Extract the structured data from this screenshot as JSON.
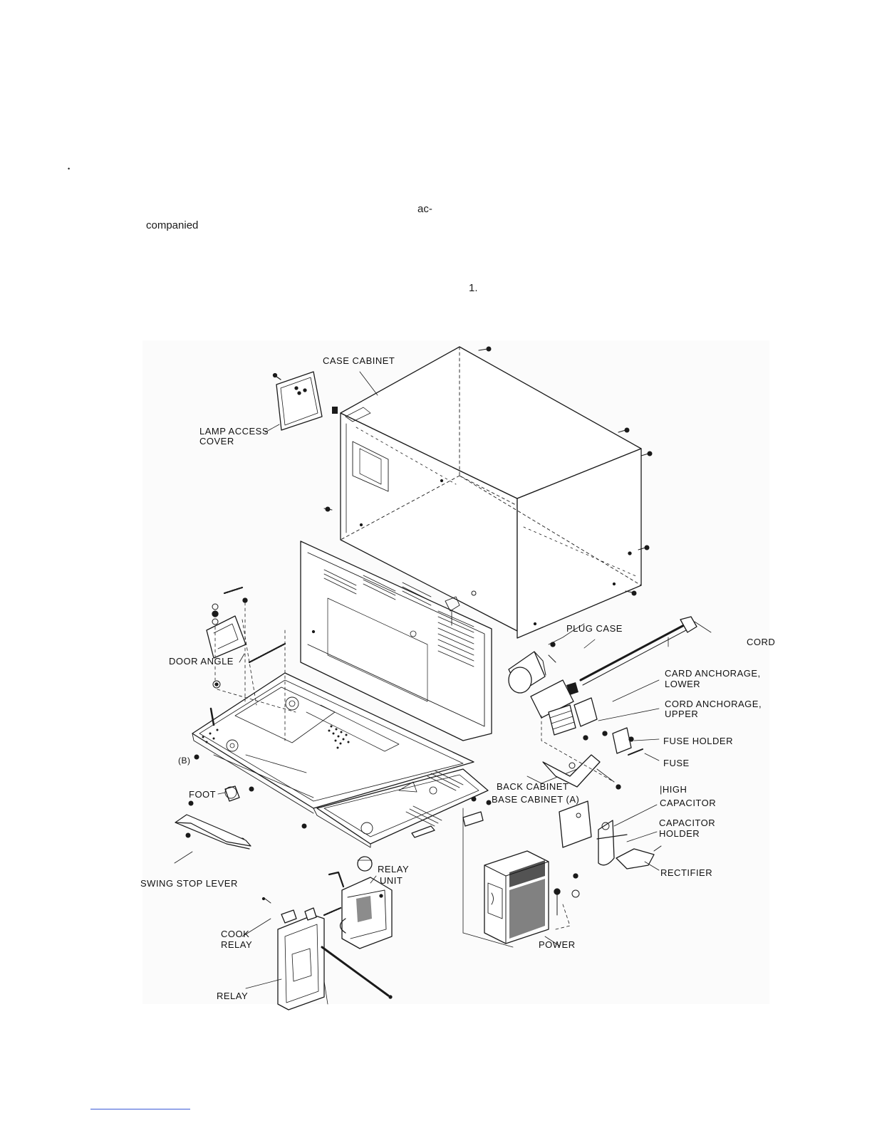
{
  "fragments": {
    "bullet": "•",
    "ac": "ac-",
    "companied": "companied",
    "num": "1."
  },
  "labels": {
    "case_cabinet": "CASE CABINET",
    "lamp_access_cover_1": "LAMP ACCESS",
    "lamp_access_cover_2": "COVER",
    "plug_case": "PLUG CASE",
    "cord": "CORD",
    "card_anchorage_lower_1": "CARD ANCHORAGE,",
    "card_anchorage_lower_2": "LOWER",
    "cord_anchorage_upper_1": "CORD ANCHORAGE,",
    "cord_anchorage_upper_2": "UPPER",
    "fuse_holder": "FUSE HOLDER",
    "fuse": "FUSE",
    "door_angle": "DOOR ANGLE",
    "b_marker": "(B)",
    "foot": "FOOT",
    "back_cabinet": "BACK CABINET",
    "base_cabinet_a": "BASE CABINET (A)",
    "high_capacitor_1": "|HIGH",
    "high_capacitor_2": "CAPACITOR",
    "capacitor_holder_1": "CAPACITOR",
    "capacitor_holder_2": "HOLDER",
    "rectifier": "RECTIFIER",
    "swing_stop_lever": "SWING STOP LEVER",
    "relay_unit_1": "RELAY",
    "relay_unit_2": "UNIT",
    "cook_relay_1": "COOK",
    "cook_relay_2": "RELAY",
    "power": "POWER",
    "relay": "RELAY"
  },
  "colors": {
    "ink": "#1a1a1a",
    "footer_rule": "#3b5bd6"
  }
}
